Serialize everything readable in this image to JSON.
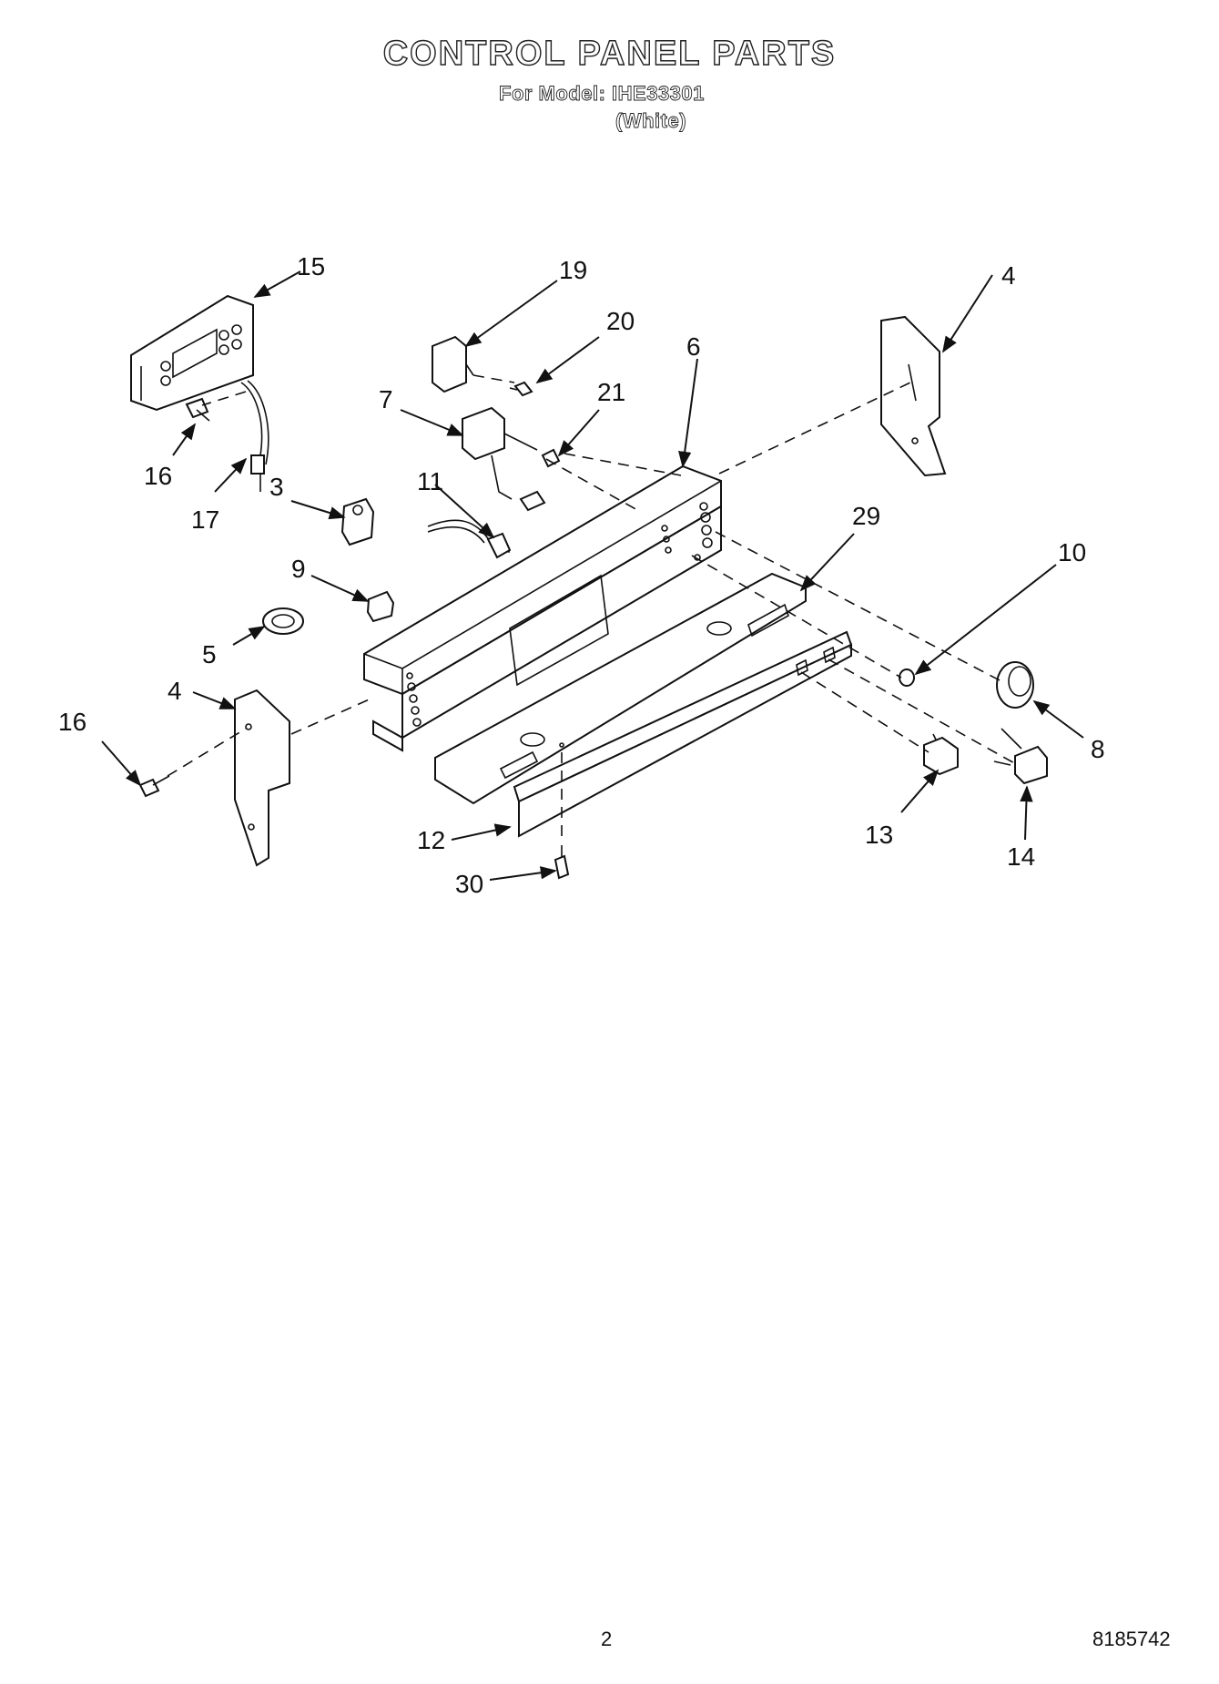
{
  "header": {
    "title": "CONTROL PANEL PARTS",
    "model_line": "For Model: IHE33301",
    "color_line": "(White)"
  },
  "callouts": [
    {
      "id": "c15",
      "label": "15"
    },
    {
      "id": "c19",
      "label": "19"
    },
    {
      "id": "c20",
      "label": "20"
    },
    {
      "id": "c4a",
      "label": "4"
    },
    {
      "id": "c6",
      "label": "6"
    },
    {
      "id": "c7",
      "label": "7"
    },
    {
      "id": "c21",
      "label": "21"
    },
    {
      "id": "c16a",
      "label": "16"
    },
    {
      "id": "c17",
      "label": "17"
    },
    {
      "id": "c3",
      "label": "3"
    },
    {
      "id": "c11",
      "label": "11"
    },
    {
      "id": "c29",
      "label": "29"
    },
    {
      "id": "c10",
      "label": "10"
    },
    {
      "id": "c9",
      "label": "9"
    },
    {
      "id": "c5",
      "label": "5"
    },
    {
      "id": "c4b",
      "label": "4"
    },
    {
      "id": "c16b",
      "label": "16"
    },
    {
      "id": "c8",
      "label": "8"
    },
    {
      "id": "c13",
      "label": "13"
    },
    {
      "id": "c14",
      "label": "14"
    },
    {
      "id": "c12",
      "label": "12"
    },
    {
      "id": "c30",
      "label": "30"
    }
  ],
  "footer": {
    "page_number": "2",
    "doc_number": "8185742"
  }
}
